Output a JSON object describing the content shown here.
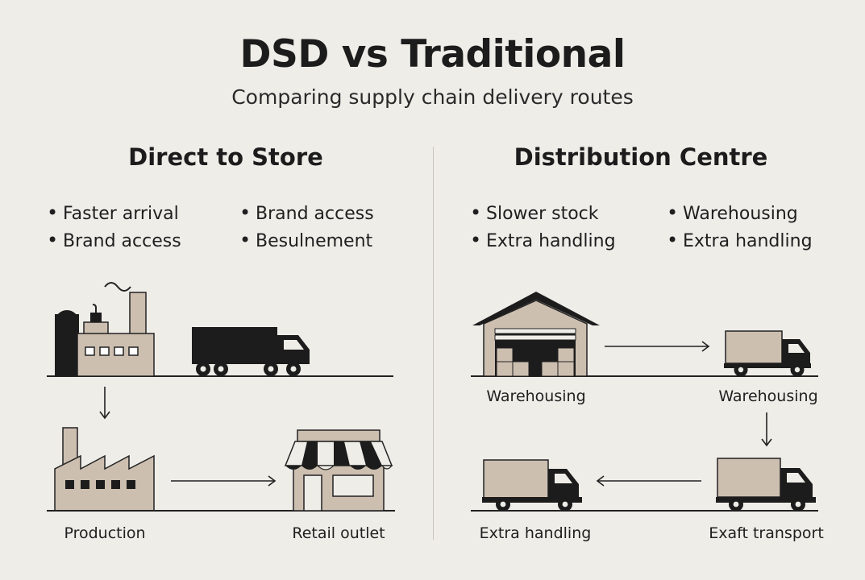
{
  "title": "DSD vs Traditional",
  "subtitle": "Comparing supply chain delivery routes",
  "left": {
    "heading": "Direct to Store",
    "bullets": [
      "Faster arrival",
      "Brand access",
      "Brand access",
      "Besulnement"
    ],
    "captions": {
      "production": "Production",
      "retail": "Retail outlet"
    }
  },
  "right": {
    "heading": "Distribution Centre",
    "bullets": [
      "Slower stock",
      "Warehousing",
      "Extra handling",
      "Extra handling"
    ],
    "captions": {
      "warehouse": "Warehousing",
      "truck_top": "Warehousing",
      "truck_bottom_left": "Extra handling",
      "truck_bottom_right": "Exaft transport"
    }
  },
  "colors": {
    "background": "#efede8",
    "ink": "#1c1c1c",
    "beige": "#cdbfb0"
  }
}
